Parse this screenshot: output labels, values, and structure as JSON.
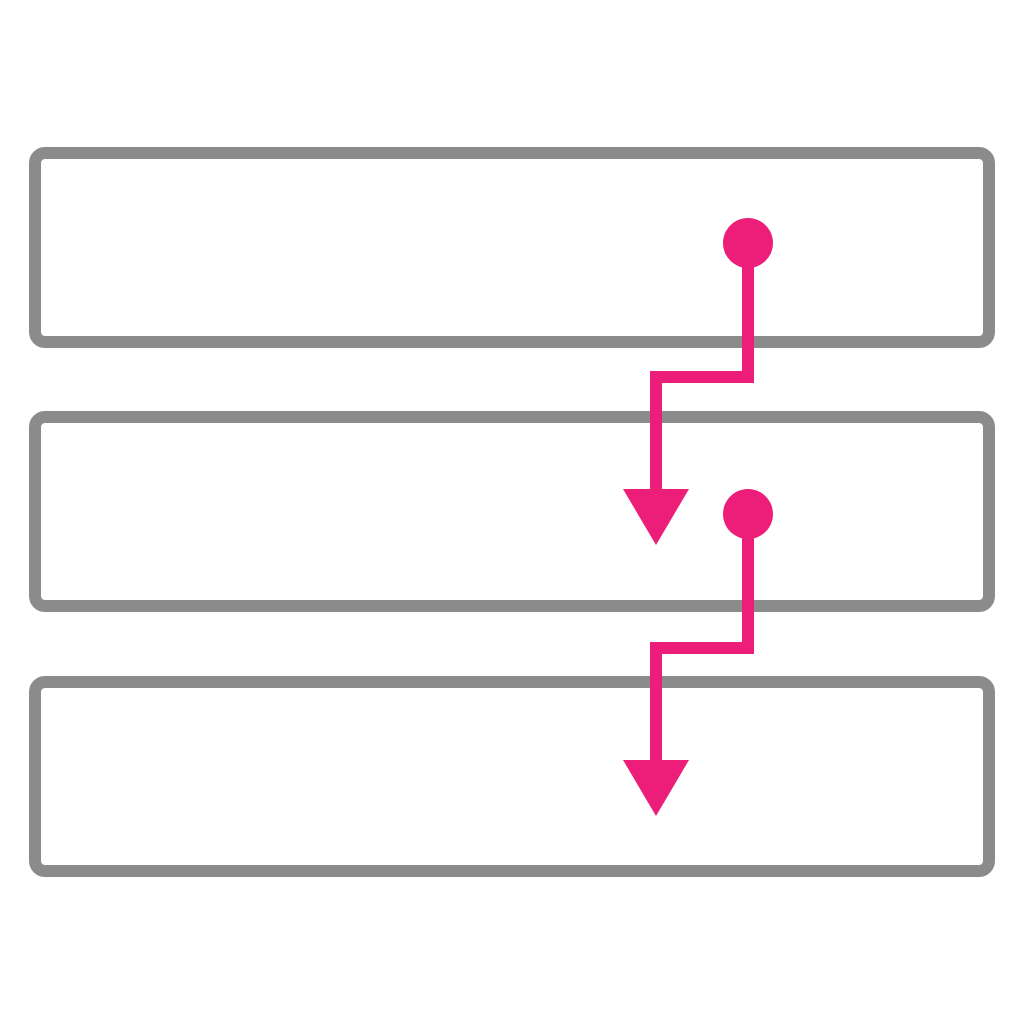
{
  "diagram": {
    "kind": "stacked-rows-with-connectors",
    "colors": {
      "background": "#ffffff",
      "row_border": "#8a8b8a",
      "connector": "#ec1e79"
    },
    "rows": [
      {
        "id": "row-1"
      },
      {
        "id": "row-2"
      },
      {
        "id": "row-3"
      }
    ],
    "connectors": [
      {
        "id": "connector-1",
        "from": "row-1",
        "to": "row-2"
      },
      {
        "id": "connector-2",
        "from": "row-2",
        "to": "row-3"
      }
    ],
    "icons": [
      "start-dot-icon",
      "arrow-down-icon"
    ]
  }
}
